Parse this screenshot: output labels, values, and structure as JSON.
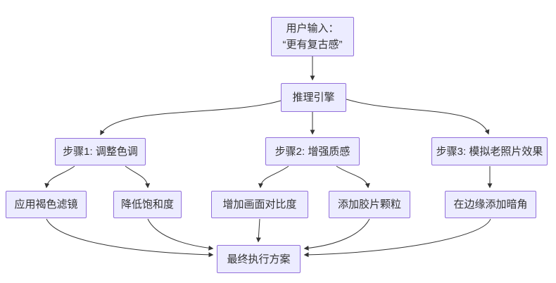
{
  "diagram": {
    "type": "flowchart",
    "direction": "top-down",
    "nodes": {
      "user_input": {
        "line1": "用户输入：",
        "line2": "“更有复古感”"
      },
      "engine": {
        "label": "推理引擎"
      },
      "step1": {
        "label": "步骤1: 调整色调"
      },
      "step2": {
        "label": "步骤2: 增强质感"
      },
      "step3": {
        "label": "步骤3: 模拟老照片效果"
      },
      "sepia": {
        "label": "应用褐色滤镜"
      },
      "saturation": {
        "label": "降低饱和度"
      },
      "contrast": {
        "label": "增加画面对比度"
      },
      "grain": {
        "label": "添加胶片颗粒"
      },
      "vignette": {
        "label": "在边缘添加暗角"
      },
      "final_plan": {
        "label": "最终执行方案"
      }
    },
    "edges": [
      {
        "from": "user_input",
        "to": "engine"
      },
      {
        "from": "engine",
        "to": "step1"
      },
      {
        "from": "engine",
        "to": "step2"
      },
      {
        "from": "engine",
        "to": "step3"
      },
      {
        "from": "step1",
        "to": "sepia"
      },
      {
        "from": "step1",
        "to": "saturation"
      },
      {
        "from": "step2",
        "to": "contrast"
      },
      {
        "from": "step2",
        "to": "grain"
      },
      {
        "from": "step3",
        "to": "vignette"
      },
      {
        "from": "sepia",
        "to": "final_plan"
      },
      {
        "from": "saturation",
        "to": "final_plan"
      },
      {
        "from": "contrast",
        "to": "final_plan"
      },
      {
        "from": "grain",
        "to": "final_plan"
      },
      {
        "from": "vignette",
        "to": "final_plan"
      }
    ],
    "colors": {
      "node_fill": "#ECECFF",
      "node_border": "#9370DB",
      "edge_line": "#333333",
      "text": "#333333",
      "background": "#FFFFFF"
    }
  }
}
